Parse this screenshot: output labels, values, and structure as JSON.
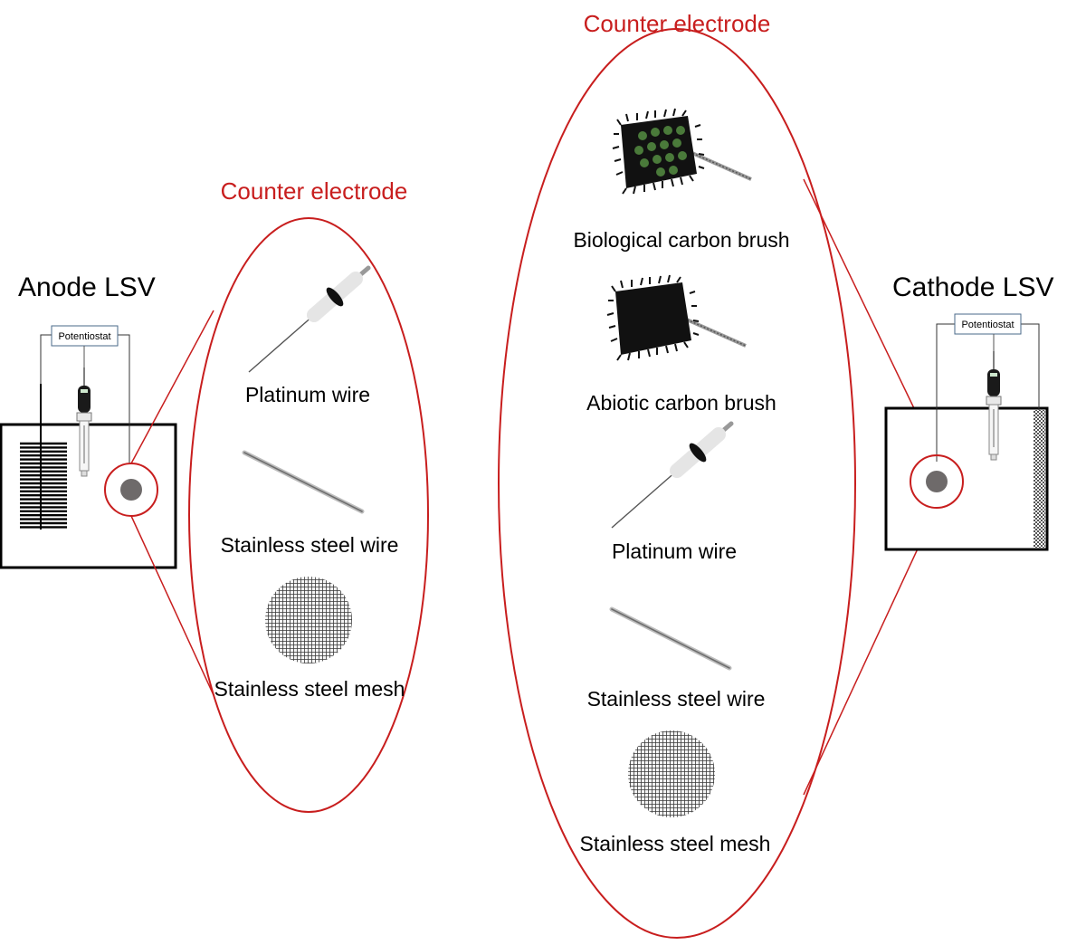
{
  "colors": {
    "accent_red": "#c81e1e",
    "dark_grey": "#6e6a6a",
    "black": "#000000"
  },
  "anode": {
    "title": "Anode LSV",
    "potentiostat": "Potentiostat"
  },
  "cathode": {
    "title": "Cathode LSV",
    "potentiostat": "Potentiostat"
  },
  "left_counter": {
    "title": "Counter electrode",
    "items": [
      "Platinum wire",
      "Stainless steel wire",
      "Stainless steel mesh"
    ]
  },
  "right_counter": {
    "title": "Counter electrode",
    "items": [
      "Biological carbon brush",
      "Abiotic carbon brush",
      "Platinum wire",
      "Stainless steel wire",
      "Stainless steel mesh"
    ]
  }
}
